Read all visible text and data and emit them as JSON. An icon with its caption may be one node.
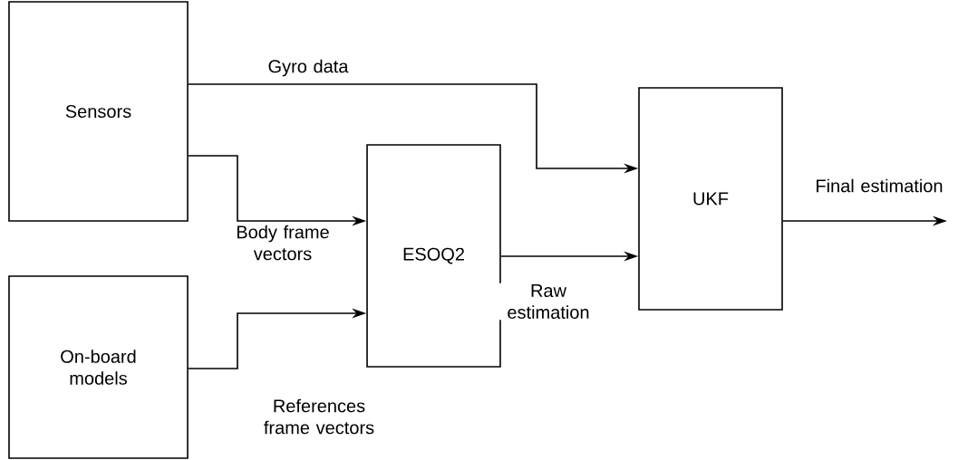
{
  "diagram": {
    "nodes": [
      {
        "text": [
          "Sensors"
        ]
      },
      {
        "text": [
          "On-board models"
        ]
      },
      {
        "text": [
          "ESOQ2"
        ]
      },
      {
        "text": [
          "UKF"
        ]
      }
    ],
    "edges": [
      {
        "from": 0,
        "to": 3,
        "arrow": "to",
        "label": "Gyro data"
      },
      {
        "from": 0,
        "to": 2,
        "arrow": "to",
        "label": "Body frame vectors"
      },
      {
        "from": 1,
        "to": 2,
        "arrow": "to",
        "label": "References frame vectors"
      },
      {
        "from": 2,
        "to": 3,
        "arrow": "to",
        "label": "Raw estimation"
      },
      {
        "from": 3,
        "to": null,
        "arrow": "to",
        "label": "Final estimation"
      }
    ]
  }
}
